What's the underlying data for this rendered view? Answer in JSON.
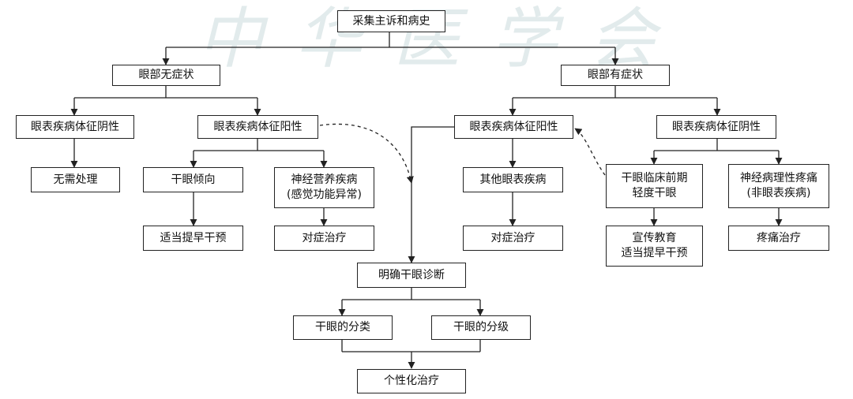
{
  "watermark": "中华医学会",
  "nodes": {
    "root": "采集主诉和病史",
    "no_symptom": "眼部无症状",
    "has_symptom": "眼部有症状",
    "l_neg": "眼表疾病体征阴性",
    "l_pos": "眼表疾病体征阳性",
    "r_pos": "眼表疾病体征阳性",
    "r_neg": "眼表疾病体征阴性",
    "no_treat": "无需处理",
    "dry_tendency": "干眼倾向",
    "neuro_nutri_1": "神经营养疾病",
    "neuro_nutri_2": "(感觉功能异常)",
    "other_eye": "其他眼表疾病",
    "mild_dry_1": "干眼临床前期",
    "mild_dry_2": "轻度干眼",
    "neuropathic_1": "神经病理性疼痛",
    "neuropathic_2": "(非眼表疾病)",
    "early_intervene": "适当提早干预",
    "symptom_treat_l": "对症治疗",
    "symptom_treat_r": "对症治疗",
    "education_1": "宣传教育",
    "education_2": "适当提早干预",
    "pain_treat": "疼痛治疗",
    "diagnosis": "明确干眼诊断",
    "classification": "干眼的分类",
    "grading": "干眼的分级",
    "personalized": "个性化治疗"
  }
}
